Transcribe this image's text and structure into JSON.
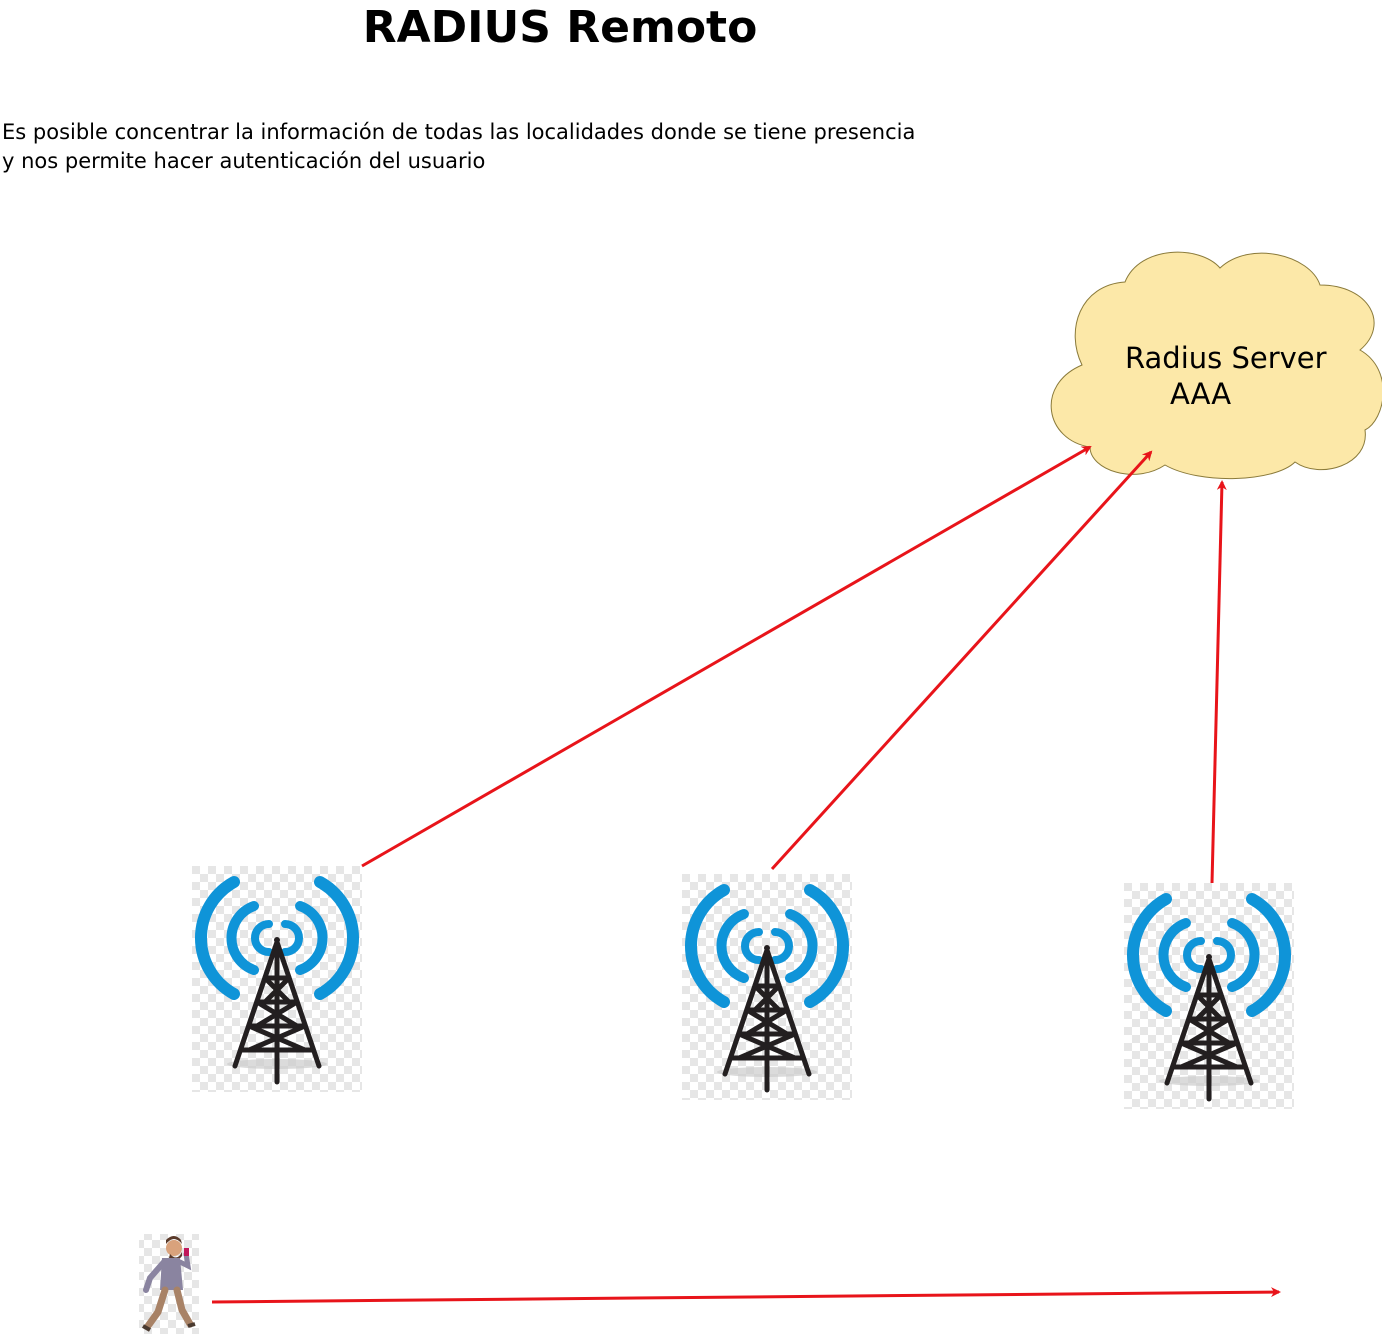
{
  "title": "RADIUS Remoto",
  "description": {
    "line1": "Es posible concentrar la información de todas las localidades donde se tiene presencia",
    "line2": "y nos permite hacer autenticación del usuario"
  },
  "cloud": {
    "line1": "Radius Server",
    "line2": "AAA",
    "fill": "#fce8a8",
    "stroke": "#8a7a3a"
  },
  "towers": [
    {
      "icon": "radio-tower-icon"
    },
    {
      "icon": "radio-tower-icon"
    },
    {
      "icon": "radio-tower-icon"
    }
  ],
  "user": {
    "icon": "walking-person-icon"
  },
  "colors": {
    "arrow": "#e8141a",
    "signal": "#0f94d8",
    "tower": "#231f20"
  }
}
